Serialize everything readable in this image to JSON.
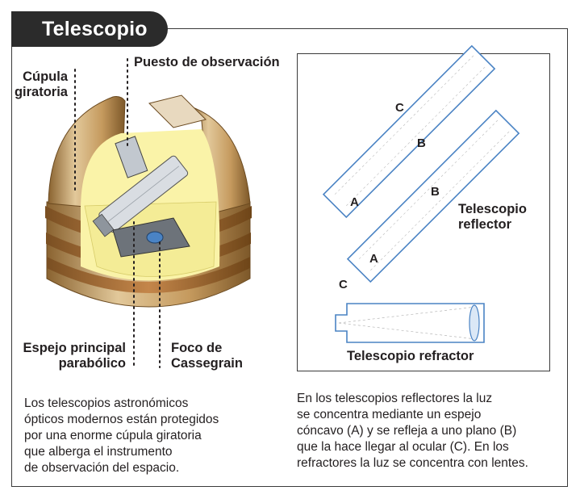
{
  "title": "Telescopio",
  "observatory": {
    "label_dome_line1": "Cúpula",
    "label_dome_line2": "giratoria",
    "label_observation_post": "Puesto de observación",
    "label_mirror_line1": "Espejo principal",
    "label_mirror_line2": "parabólico",
    "label_focus_line1": "Foco de",
    "label_focus_line2": "Cassegrain"
  },
  "inset": {
    "marker_a": "A",
    "marker_b": "B",
    "marker_c": "C",
    "reflector_line1": "Telescopio",
    "reflector_line2": "reflector",
    "refractor": "Telescopio refractor"
  },
  "captions": {
    "left": [
      "Los telescopios astronómicos",
      "ópticos modernos están protegidos",
      "por una enorme cúpula giratoria",
      "que alberga el instrumento",
      "de observación del espacio."
    ],
    "right": [
      "En los telescopios reflectores la luz",
      "se concentra mediante un espejo",
      "cóncavo (A) y se refleja a uno plano (B)",
      "que la hace llegar al ocular (C). En los",
      "refractores la luz se concentra con lentes."
    ]
  },
  "colors": {
    "dome_gold": "#c9a66b",
    "inner_yellow": "#faf3a8",
    "tube_blue": "#4a83c4"
  }
}
